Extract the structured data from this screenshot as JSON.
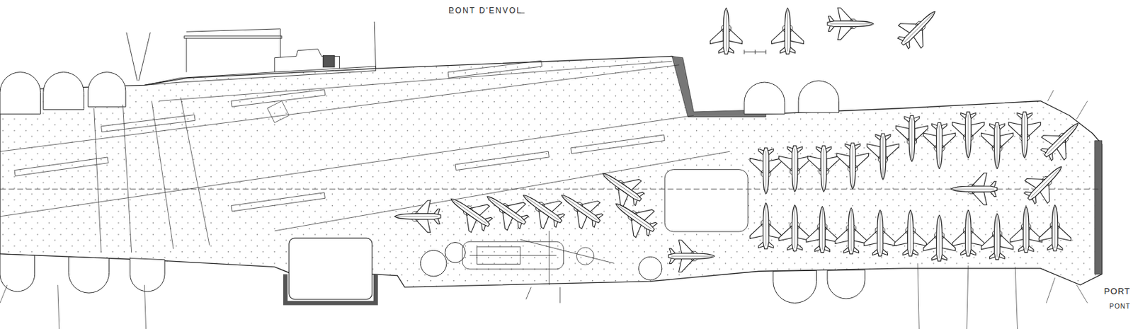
{
  "diagram": {
    "title": "PONT D'ENVOL",
    "labels": [
      "PORT",
      "PONT"
    ]
  }
}
